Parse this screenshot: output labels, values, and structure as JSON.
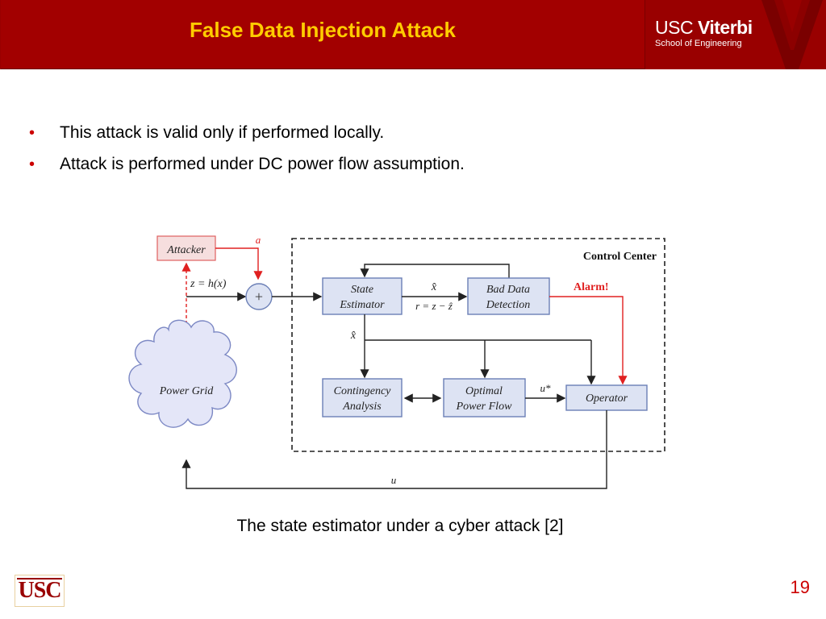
{
  "slide": {
    "title": "False Data Injection Attack",
    "page_number": "19"
  },
  "brand": {
    "usc": "USC",
    "viterbi": "Viterbi",
    "school": "School of Engineering",
    "footer_logo": "USC"
  },
  "bullets": [
    "This attack is valid only if performed locally.",
    "Attack is performed under DC power flow assumption."
  ],
  "diagram": {
    "attacker": "Attacker",
    "a_label": "a",
    "z_label": "z = h(x)",
    "plus": "+",
    "state_estimator_1": "State",
    "state_estimator_2": "Estimator",
    "xhat_top": "x̂",
    "residual": "r = z − ẑ",
    "bad_data_1": "Bad Data",
    "bad_data_2": "Detection",
    "control_center": "Control Center",
    "alarm": "Alarm!",
    "xhat_mid": "x̂",
    "power_grid": "Power Grid",
    "contingency_1": "Contingency",
    "contingency_2": "Analysis",
    "opf_1": "Optimal",
    "opf_2": "Power Flow",
    "u_star": "u*",
    "operator": "Operator",
    "u_label": "u"
  },
  "caption": "The state estimator under a cyber attack [2]",
  "colors": {
    "header_bg": "#990000",
    "title": "#ffcc00",
    "bullet": "#cc0000",
    "attack": "#e02020",
    "box_fill": "#dde3f3",
    "box_stroke": "#6b7fb6"
  }
}
